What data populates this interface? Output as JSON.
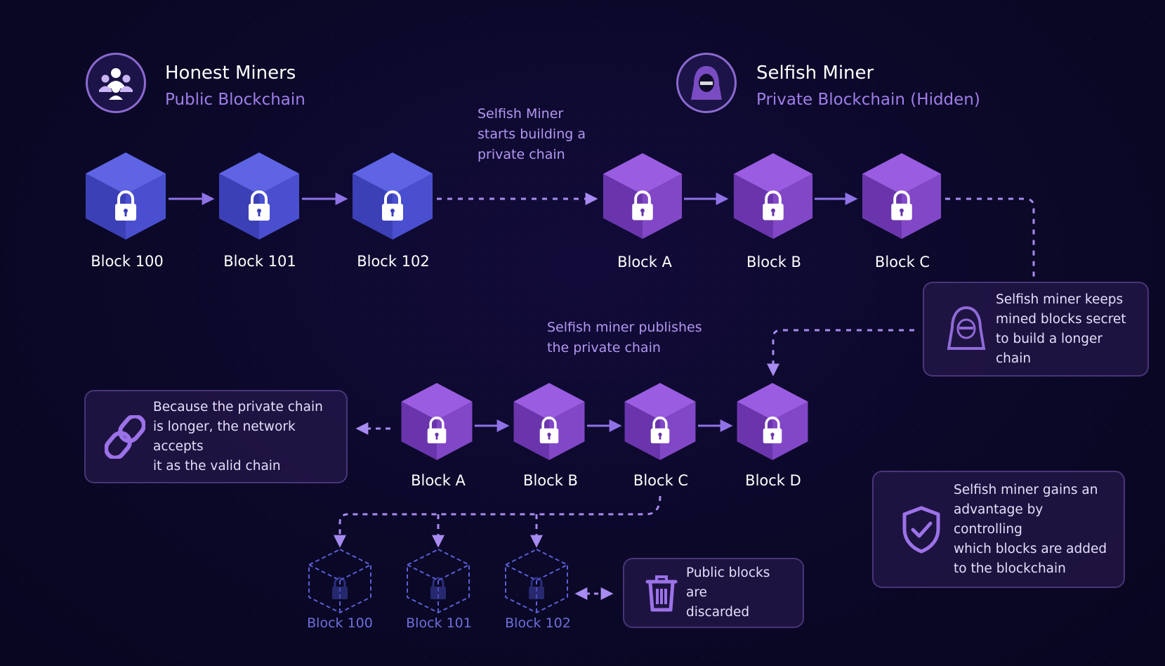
{
  "honest": {
    "title": "Honest Miners",
    "subtitle": "Public Blockchain"
  },
  "selfish": {
    "title": "Selfish Miner",
    "subtitle": "Private Blockchain (Hidden)"
  },
  "notes": {
    "start_private": [
      "Selfish Miner",
      "starts building a",
      "private chain"
    ],
    "publishes": [
      "Selfish miner publishes",
      "the private chain"
    ]
  },
  "public_chain": [
    "Block 100",
    "Block 101",
    "Block 102"
  ],
  "private_chain": [
    "Block A",
    "Block B",
    "Block C"
  ],
  "published_chain": [
    "Block A",
    "Block B",
    "Block C",
    "Block D"
  ],
  "discarded_chain": [
    "Block 100",
    "Block 101",
    "Block 102"
  ],
  "cards": {
    "secret": {
      "lines": [
        "Selfish miner keeps",
        "mined blocks secret",
        "to build a longer chain"
      ],
      "icon": "hooded-figure-icon"
    },
    "accepted": {
      "lines": [
        "Because the private chain",
        "is longer, the network accepts",
        "it as the valid chain"
      ],
      "icon": "chain-link-icon"
    },
    "advantage": {
      "lines": [
        "Selfish miner gains an",
        "advantage by controlling",
        "which blocks are added",
        "to the blockchain"
      ],
      "icon": "shield-check-icon"
    },
    "discarded": {
      "lines": [
        "Public blocks are",
        "discarded"
      ],
      "icon": "trash-icon"
    }
  },
  "colors": {
    "public_block": "#4a4fd0",
    "private_block": "#8247c7",
    "ghost_block": "#5a5fd6",
    "accent": "#a07ee8",
    "background": "#0b0828"
  }
}
